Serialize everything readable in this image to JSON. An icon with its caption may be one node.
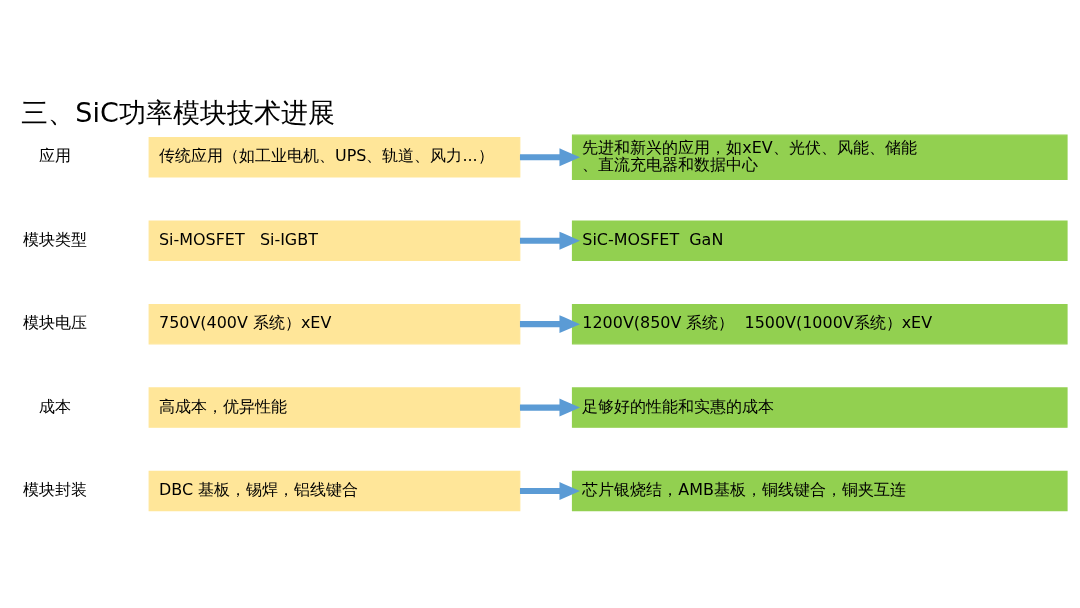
{
  "diagram": {
    "title": "三、SiC功率模块技术进展",
    "nodes": [
      {
        "text": [
          "传统应用（如工业电机、UPS、轨道、风力...）"
        ]
      },
      {
        "text": [
          "先进和新兴的应用，如xEV、光伏、风能、储能、直流充电器和数据中心"
        ]
      },
      {
        "text": [
          "Si-MOSFET   Si-IGBT"
        ]
      },
      {
        "text": [
          "SiC-MOSFET  GaN"
        ]
      },
      {
        "text": [
          "750V(400V 系统）xEV"
        ]
      },
      {
        "text": [
          "1200V(850V 系统）  1500V(1000V系统）xEV"
        ]
      },
      {
        "text": [
          "高成本，优异性能"
        ]
      },
      {
        "text": [
          "足够好的性能和实惠的成本"
        ]
      },
      {
        "text": [
          "DBC 基板，锡焊，铝线键合"
        ]
      },
      {
        "text": [
          "芯片银烧结，AMB基板，铜线键合，铜夹互连"
        ]
      }
    ],
    "edges": [
      {
        "from": 0,
        "to": 1,
        "arrow": "to"
      },
      {
        "from": 2,
        "to": 3,
        "arrow": "to"
      },
      {
        "from": 4,
        "to": 5,
        "arrow": "to"
      },
      {
        "from": 6,
        "to": 7,
        "arrow": "to"
      },
      {
        "from": 8,
        "to": 9,
        "arrow": "to"
      }
    ],
    "labels": [
      "应用",
      "模块类型",
      "模块电压",
      "成本",
      "模块封装"
    ]
  }
}
